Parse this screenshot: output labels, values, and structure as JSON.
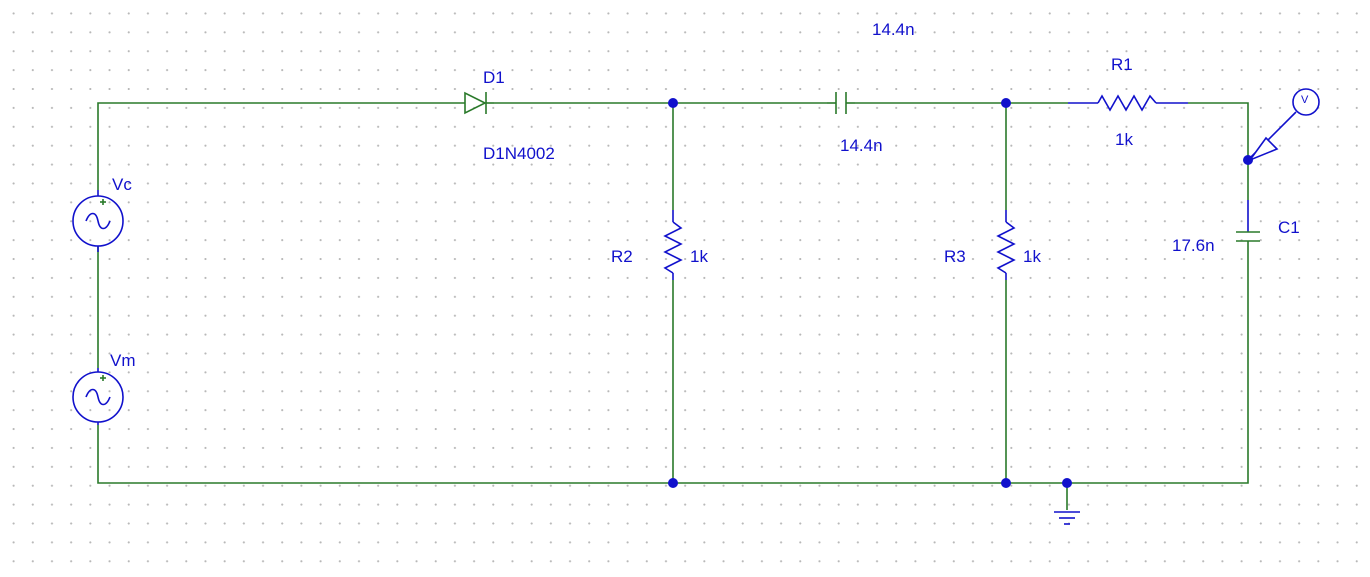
{
  "components": {
    "d1": {
      "ref": "D1",
      "part": "D1N4002"
    },
    "cap_top_label": "14.4n",
    "cap_mid": {
      "value": "14.4n"
    },
    "r1": {
      "ref": "R1",
      "value": "1k"
    },
    "r2": {
      "ref": "R2",
      "value": "1k"
    },
    "r3": {
      "ref": "R3",
      "value": "1k"
    },
    "c1": {
      "ref": "C1",
      "value": "17.6n"
    },
    "vc": {
      "ref": "Vc"
    },
    "vm": {
      "ref": "Vm"
    },
    "probe": {
      "label": "V"
    }
  },
  "colors": {
    "wire": "#2a7a2a",
    "part": "#1111cc",
    "junction": "#1111cc",
    "text": "#1111cc"
  }
}
